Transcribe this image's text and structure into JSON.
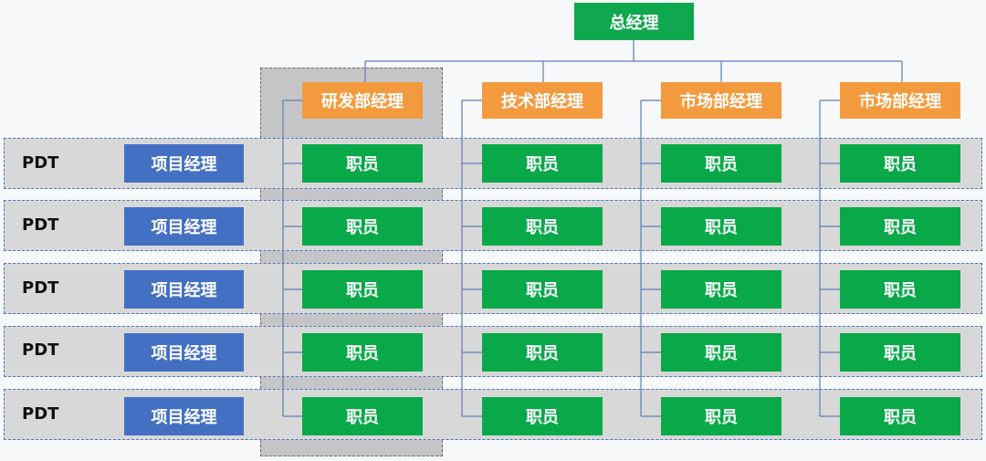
{
  "ceo": {
    "label": "总经理"
  },
  "managers": [
    {
      "label": "研发部经理"
    },
    {
      "label": "技术部经理"
    },
    {
      "label": "市场部经理"
    },
    {
      "label": "市场部经理"
    }
  ],
  "rows": [
    {
      "pdt": "PDT",
      "pm": "项目经理",
      "employees": [
        "职员",
        "职员",
        "职员",
        "职员"
      ]
    },
    {
      "pdt": "PDT",
      "pm": "项目经理",
      "employees": [
        "职员",
        "职员",
        "职员",
        "职员"
      ]
    },
    {
      "pdt": "PDT",
      "pm": "项目经理",
      "employees": [
        "职员",
        "职员",
        "职员",
        "职员"
      ]
    },
    {
      "pdt": "PDT",
      "pm": "项目经理",
      "employees": [
        "职员",
        "职员",
        "职员",
        "职员"
      ]
    },
    {
      "pdt": "PDT",
      "pm": "项目经理",
      "employees": [
        "职员",
        "职员",
        "职员",
        "职员"
      ]
    }
  ],
  "colors": {
    "ceo": "#0fa84e",
    "manager": "#f49a3e",
    "employee": "#09a94a",
    "project_manager": "#4470c4",
    "band": "#d9d8d8",
    "connector": "#5b7fb5"
  }
}
